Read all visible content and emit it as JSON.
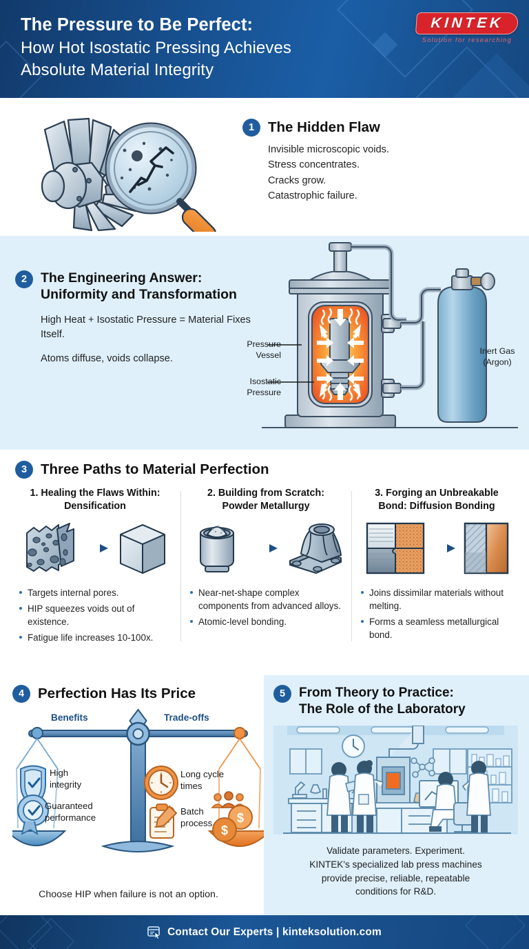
{
  "header": {
    "title_line1": "The Pressure to Be Perfect:",
    "title_line2": "How Hot Isostatic Pressing Achieves",
    "title_line3": "Absolute Material Integrity",
    "logo_text": "KINTEK",
    "logo_tagline": "Solution for researching",
    "bg_color": "#17508f",
    "logo_color": "#d8232a"
  },
  "section1": {
    "number": "1",
    "title": "The Hidden Flaw",
    "lines": [
      "Invisible microscopic voids.",
      "Stress concentrates.",
      "Cracks grow.",
      "Catastrophic failure."
    ],
    "art_name": "turbine-blades-with-magnifier-illustration"
  },
  "section2": {
    "number": "2",
    "title_line1": "The Engineering Answer:",
    "title_line2": "Uniformity and Transformation",
    "body": [
      "High Heat + Isostatic Pressure = Material Fixes Itself.",
      "Atoms diffuse, voids collapse."
    ],
    "diagram_labels": {
      "pressure_vessel": "Pressure\nVessel",
      "pressure_vessel_l1": "Pressure",
      "pressure_vessel_l2": "Vessel",
      "isostatic_pressure_l1": "Isostatic",
      "isostatic_pressure_l2": "Pressure",
      "inert_gas_l1": "Inert Gas",
      "inert_gas_l2": "(Argon)"
    },
    "bg_color": "#dff0fb"
  },
  "section3": {
    "number": "3",
    "title": "Three Paths to Material Perfection",
    "columns": [
      {
        "heading_line1": "1. Healing the Flaws Within:",
        "heading_line2": "Densification",
        "art_name": "porous-cube-to-solid-cube-illustration",
        "bullets": [
          "Targets internal pores.",
          "HIP squeezes voids out of existence.",
          "Fatigue life increases 10-100x."
        ]
      },
      {
        "heading_line1": "2. Building from Scratch:",
        "heading_line2": "Powder Metallurgy",
        "art_name": "powder-canister-to-part-illustration",
        "bullets": [
          "Near-net-shape complex components from advanced alloys.",
          "Atomic-level bonding."
        ]
      },
      {
        "heading_line1": "3. Forging an Unbreakable",
        "heading_line2": "Bond: Diffusion Bonding",
        "art_name": "dissimilar-materials-bonding-illustration",
        "bullets": [
          "Joins dissimilar materials without melting.",
          "Forms a seamless metallurgical bond."
        ]
      }
    ]
  },
  "section4": {
    "number": "4",
    "title": "Perfection Has Its Price",
    "left_pan_label": "Benefits",
    "right_pan_label": "Trade-offs",
    "benefits": [
      {
        "icon": "shield-check-icon",
        "line1": "High",
        "line2": "integrity"
      },
      {
        "icon": "award-ribbon-icon",
        "line1": "Guaranteed",
        "line2": "performance"
      }
    ],
    "tradeoffs": [
      {
        "icon": "clock-icon",
        "line1": "Long cycle",
        "line2": "times"
      },
      {
        "icon": "clipboard-pencil-icon",
        "line1": "Batch",
        "line2": "process"
      }
    ],
    "extra_icons": [
      "people-group-icon",
      "coins-dollar-icon"
    ],
    "footnote": "Choose HIP when failure is not an option.",
    "benefit_color": "#4a96cf",
    "tradeoff_color": "#e8792f"
  },
  "section5": {
    "number": "5",
    "title_line1": "From Theory to Practice:",
    "title_line2": "The Role of the Laboratory",
    "art_name": "laboratory-scene-illustration",
    "caption": [
      "Validate parameters. Experiment.",
      "KINTEK's specialized lab press machines",
      "provide precise, reliable, repeatable",
      "conditions for R&D."
    ],
    "bg_color": "#dff0fb"
  },
  "footer": {
    "icon": "contact-card-cursor-icon",
    "text": "Contact Our Experts | kinteksolution.com",
    "bg_color": "#1b5696"
  }
}
